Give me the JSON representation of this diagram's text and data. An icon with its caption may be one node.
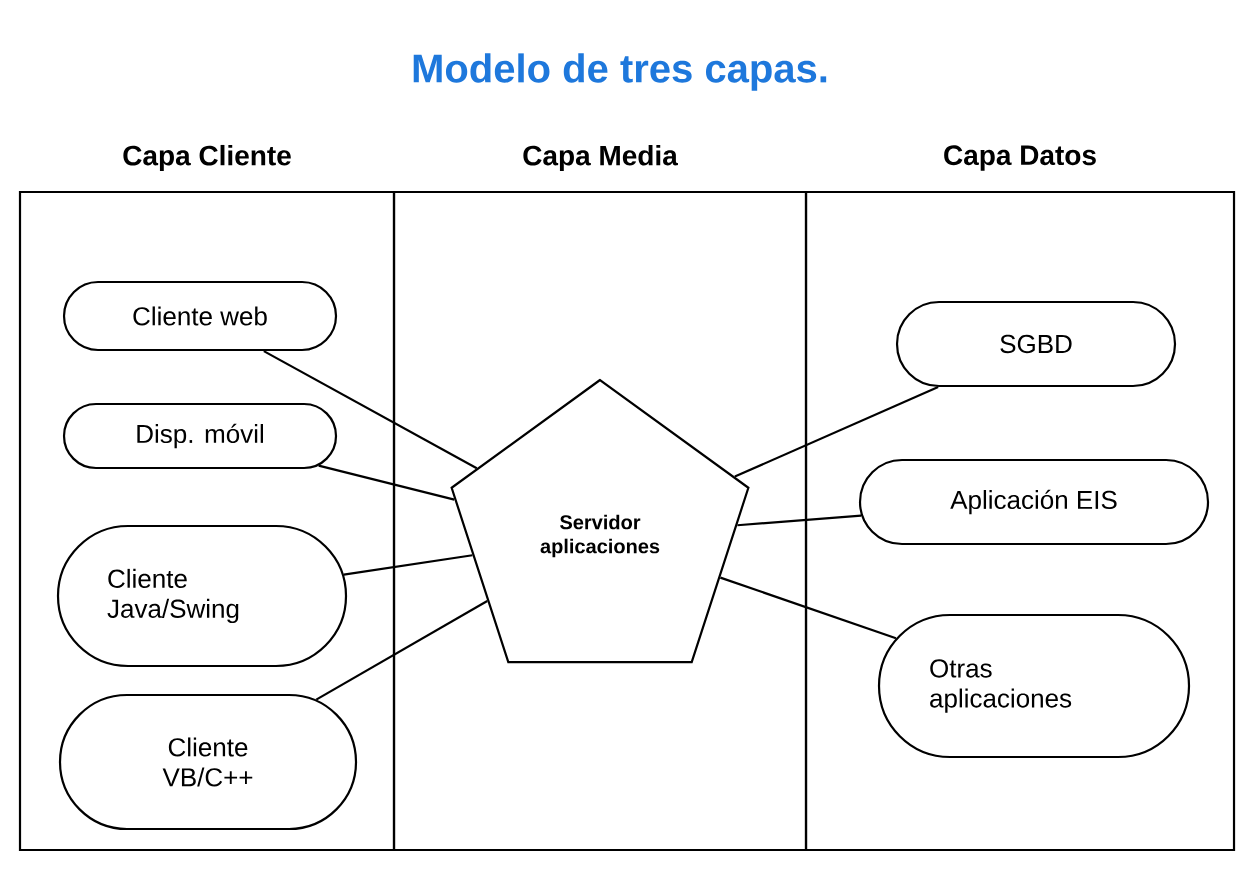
{
  "diagram": {
    "title": "Modelo de tres capas.",
    "nodes": [
      {
        "text": [
          "Capa Cliente"
        ]
      },
      {
        "text": [
          "Capa Media"
        ]
      },
      {
        "text": [
          "Capa Datos"
        ]
      },
      {
        "text": [
          "Cliente web"
        ],
        "in": 0
      },
      {
        "text": [
          "Disp. móvil"
        ],
        "in": 0
      },
      {
        "text": [
          "Cliente Java/Swing"
        ],
        "in": 0
      },
      {
        "text": [
          "Cliente VB/C++"
        ],
        "in": 0
      },
      {
        "text": [
          "Servidor aplicaciones"
        ],
        "in": 1
      },
      {
        "text": [
          "SGBD"
        ],
        "in": 2
      },
      {
        "text": [
          "Aplicación EIS"
        ],
        "in": 2
      },
      {
        "text": [
          "Otras aplicaciones"
        ],
        "in": 2
      }
    ],
    "edges": [
      {
        "from": 3,
        "to": 7,
        "arrow": "none"
      },
      {
        "from": 4,
        "to": 7,
        "arrow": "none"
      },
      {
        "from": 5,
        "to": 7,
        "arrow": "none"
      },
      {
        "from": 6,
        "to": 7,
        "arrow": "none"
      },
      {
        "from": 7,
        "to": 8,
        "arrow": "none"
      },
      {
        "from": 7,
        "to": 9,
        "arrow": "none"
      },
      {
        "from": 7,
        "to": 10,
        "arrow": "none"
      }
    ]
  }
}
